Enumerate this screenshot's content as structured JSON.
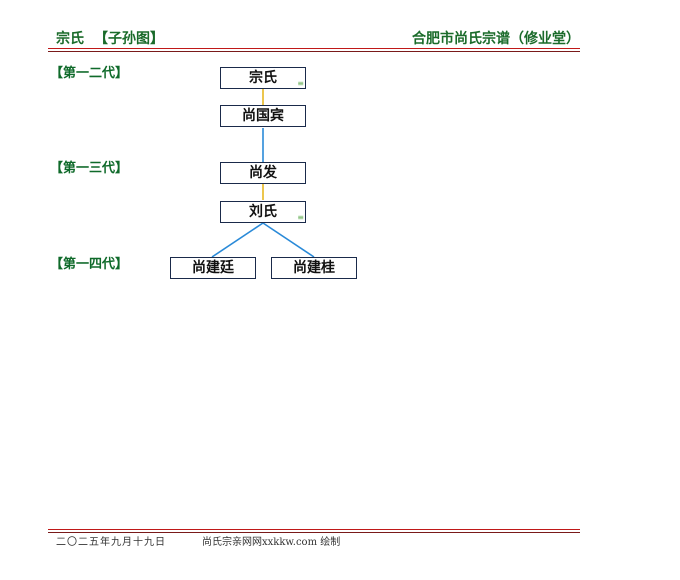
{
  "header": {
    "surname_label": "宗氏",
    "section_title": "【子孙图】",
    "genealogy_title": "合肥市尚氏宗谱（修业堂）"
  },
  "generations": [
    {
      "label": "【第一二代】"
    },
    {
      "label": "【第一三代】"
    },
    {
      "label": "【第一四代】"
    }
  ],
  "tree": {
    "nodes": [
      {
        "id": "zongshi",
        "name": "宗氏",
        "spouse_mark": "≡"
      },
      {
        "id": "shangguobin",
        "name": "尚国宾",
        "spouse_mark": ""
      },
      {
        "id": "shangfa",
        "name": "尚发",
        "spouse_mark": ""
      },
      {
        "id": "liushi",
        "name": "刘氏",
        "spouse_mark": "≡"
      },
      {
        "id": "shangjianting",
        "name": "尚建廷",
        "spouse_mark": ""
      },
      {
        "id": "shangjiangui",
        "name": "尚建桂",
        "spouse_mark": ""
      }
    ],
    "link_colors": {
      "spouse": "#e8b820",
      "descent": "#2a8ad8"
    }
  },
  "footer": {
    "date": "二〇二五年九月十九日",
    "site": "尚氏宗亲网网xxkkw.com 绘制"
  }
}
